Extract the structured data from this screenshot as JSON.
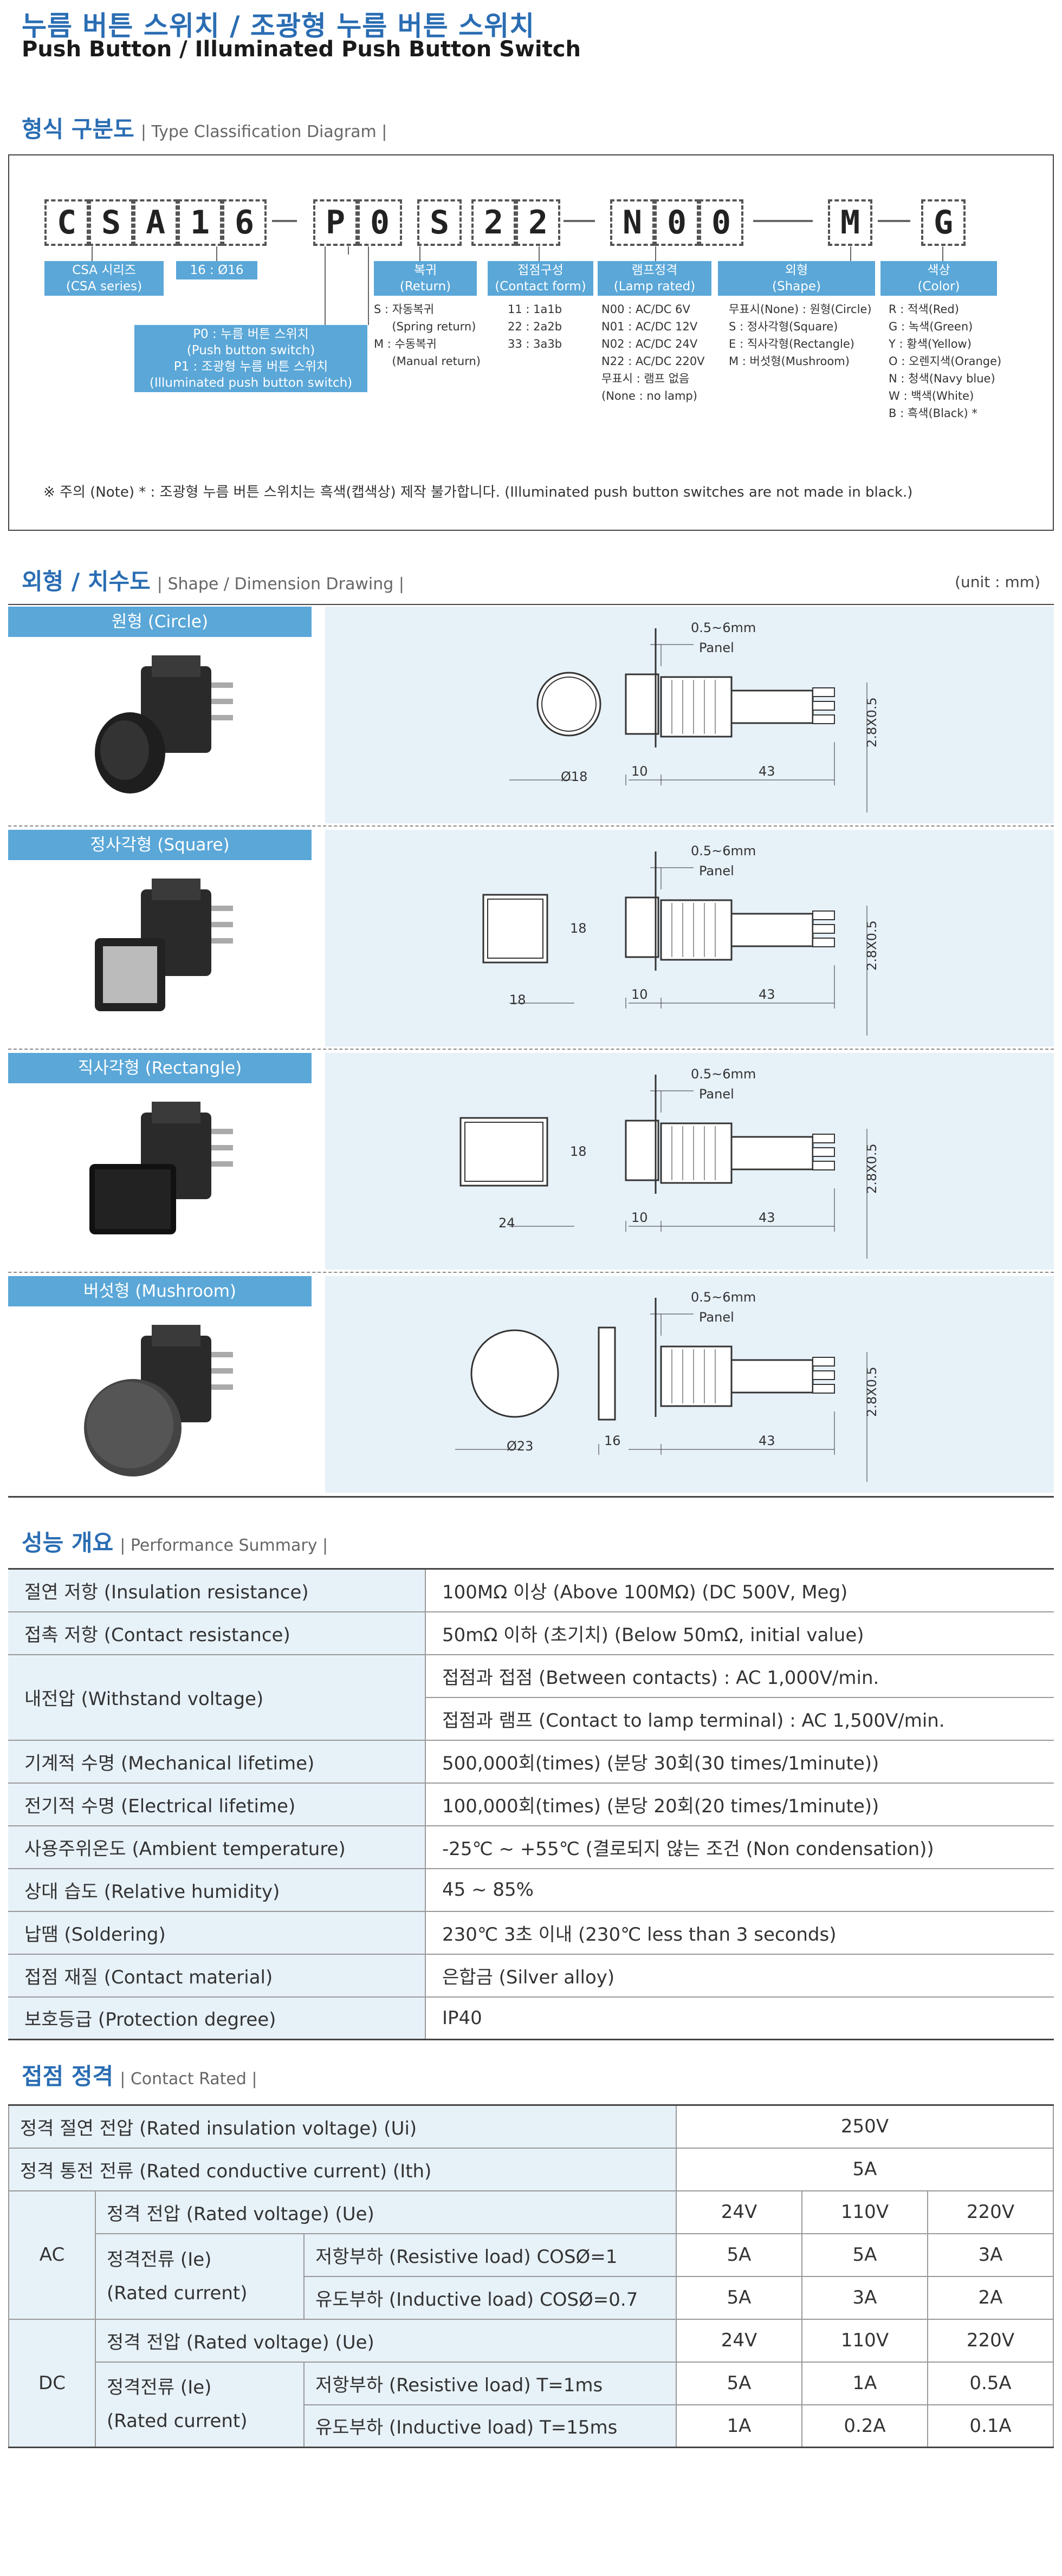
{
  "header": {
    "title_ko": "누름 버튼 스위치 / 조광형 누름 버튼 스위치",
    "title_en": "Push Button / Illuminated Push Button Switch"
  },
  "type": {
    "title_ko": "형식 구분도",
    "title_en": "| Type Classification Diagram |",
    "codes": [
      "C",
      "S",
      "A",
      "1",
      "6",
      "P",
      "0",
      "S",
      "2",
      "2",
      "N",
      "0",
      "0",
      "M",
      "G"
    ],
    "labels": {
      "series": "CSA 시리즈\n(CSA series)",
      "size": "16 : Ø16",
      "kind": "P0 : 누름 버튼 스위치\n(Push button switch)\nP1 : 조광형 누름 버튼 스위치\n(Illuminated push button switch)",
      "ret": "복귀\n(Return)",
      "contact": "접점구성\n(Contact form)",
      "lamp": "램프정격\n(Lamp rated)",
      "shape": "외형\n(Shape)",
      "color": "색상\n(Color)"
    },
    "desc": {
      "ret": "S : 자동복귀\n     (Spring return)\nM : 수동복귀\n     (Manual return)",
      "contact": "11 : 1a1b\n22 : 2a2b\n33 : 3a3b",
      "lamp": "N00 : AC/DC 6V\nN01 : AC/DC 12V\nN02 : AC/DC 24V\nN22 : AC/DC 220V\n무표시 : 램프 없음\n(None : no lamp)",
      "shape": "무표시(None) : 원형(Circle)\nS : 정사각형(Square)\nE : 직사각형(Rectangle)\nM : 버섯형(Mushroom)",
      "color": "R : 적색(Red)\nG : 녹색(Green)\nY : 황색(Yellow)\nO : 오렌지색(Orange)\nN : 청색(Navy blue)\nW : 백색(White)\nB : 흑색(Black) *"
    },
    "note": "※ 주의 (Note)  * : 조광형 누름 버튼 스위치는 흑색(캡색상) 제작 불가합니다. (Illuminated push button switches are not made in black.)"
  },
  "dims": {
    "title_ko": "외형 / 치수도",
    "title_en": "| Shape / Dimension Drawing |",
    "unit": "(unit : mm)",
    "rows": [
      {
        "label": "원형 (Circle)",
        "front": "Ø18",
        "body": "10",
        "side": "43",
        "pin": "2.8X0.5"
      },
      {
        "label": "정사각형 (Square)",
        "front": "18",
        "frontv": "18",
        "body": "10",
        "side": "43",
        "pin": "2.8X0.5"
      },
      {
        "label": "직사각형 (Rectangle)",
        "front": "24",
        "frontv": "18",
        "body": "10",
        "side": "43",
        "pin": "2.8X0.5"
      },
      {
        "label": "버섯형 (Mushroom)",
        "front": "Ø23",
        "body": "16",
        "side": "43",
        "pin": "2.8X0.5"
      }
    ],
    "panel_range": "0.5~6mm",
    "panel": "Panel"
  },
  "perf": {
    "title_ko": "성능 개요",
    "title_en": "| Performance Summary |",
    "rows": [
      [
        "절연 저항 (Insulation resistance)",
        "100MΩ 이상 (Above 100MΩ) (DC 500V, Meg)"
      ],
      [
        "접촉 저항 (Contact resistance)",
        "50mΩ 이하 (초기치) (Below 50mΩ, initial value)"
      ],
      [
        "내전압 (Withstand voltage)",
        "접점과 접점 (Between contacts) : AC 1,000V/min.",
        "접점과 램프 (Contact to lamp terminal) : AC 1,500V/min."
      ],
      [
        "기계적 수명 (Mechanical lifetime)",
        "500,000회(times) (분당 30회(30 times/1minute))"
      ],
      [
        "전기적 수명 (Electrical lifetime)",
        "100,000회(times) (분당 20회(20 times/1minute))"
      ],
      [
        "사용주위온도 (Ambient temperature)",
        "-25℃ ~ +55℃ (결로되지 않는 조건 (Non condensation))"
      ],
      [
        "상대 습도 (Relative humidity)",
        "45 ~ 85%"
      ],
      [
        "납땜 (Soldering)",
        "230℃ 3초 이내 (230℃ less than 3 seconds)"
      ],
      [
        "접점 재질 (Contact material)",
        "은합금 (Silver alloy)"
      ],
      [
        "보호등급 (Protection degree)",
        "IP40"
      ]
    ]
  },
  "contact": {
    "title_ko": "접점 정격",
    "title_en": "| Contact Rated |",
    "ui": "정격 절연 전압 (Rated insulation voltage) (Ui)",
    "ui_v": "250V",
    "ith": "정격 통전 전류 (Rated conductive current) (Ith)",
    "ith_v": "5A",
    "ac": "AC",
    "dc": "DC",
    "ue": "정격 전압 (Rated voltage) (Ue)",
    "ie": "정격전류 (Ie)\n(Rated current)",
    "ac_res": "저항부하 (Resistive load) COSØ=1",
    "ac_ind": "유도부하 (Inductive load) COSØ=0.7",
    "dc_res": "저항부하 (Resistive load) T=1ms",
    "dc_ind": "유도부하 (Inductive load) T=15ms",
    "volts": [
      "24V",
      "110V",
      "220V"
    ],
    "ac_res_v": [
      "5A",
      "5A",
      "3A"
    ],
    "ac_ind_v": [
      "5A",
      "3A",
      "2A"
    ],
    "dc_res_v": [
      "5A",
      "1A",
      "0.5A"
    ],
    "dc_ind_v": [
      "1A",
      "0.2A",
      "0.1A"
    ]
  }
}
